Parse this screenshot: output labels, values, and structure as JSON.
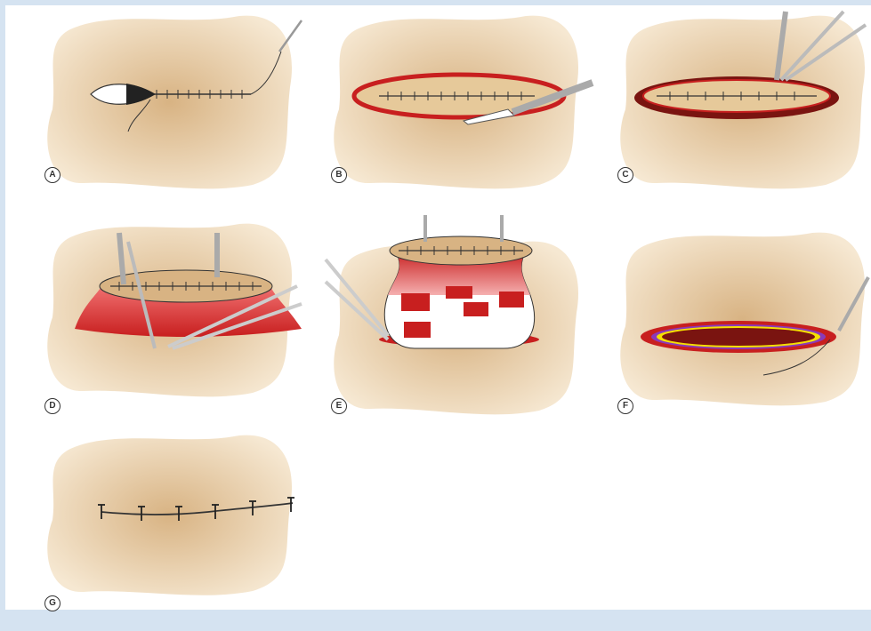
{
  "figure": {
    "panels": [
      {
        "id": "A",
        "label": "A"
      },
      {
        "id": "B",
        "label": "B"
      },
      {
        "id": "C",
        "label": "C"
      },
      {
        "id": "D",
        "label": "D"
      },
      {
        "id": "E",
        "label": "E"
      },
      {
        "id": "F",
        "label": "F"
      },
      {
        "id": "G",
        "label": "G"
      }
    ]
  },
  "colors": {
    "page_border": "#d5e3f1",
    "skin_light": "#f6e8d2",
    "skin_dark": "#d8b383",
    "wound_red": "#c81f1f",
    "wound_dark": "#7a1410",
    "suture": "#333333",
    "instrument": "#c9c9c9"
  }
}
